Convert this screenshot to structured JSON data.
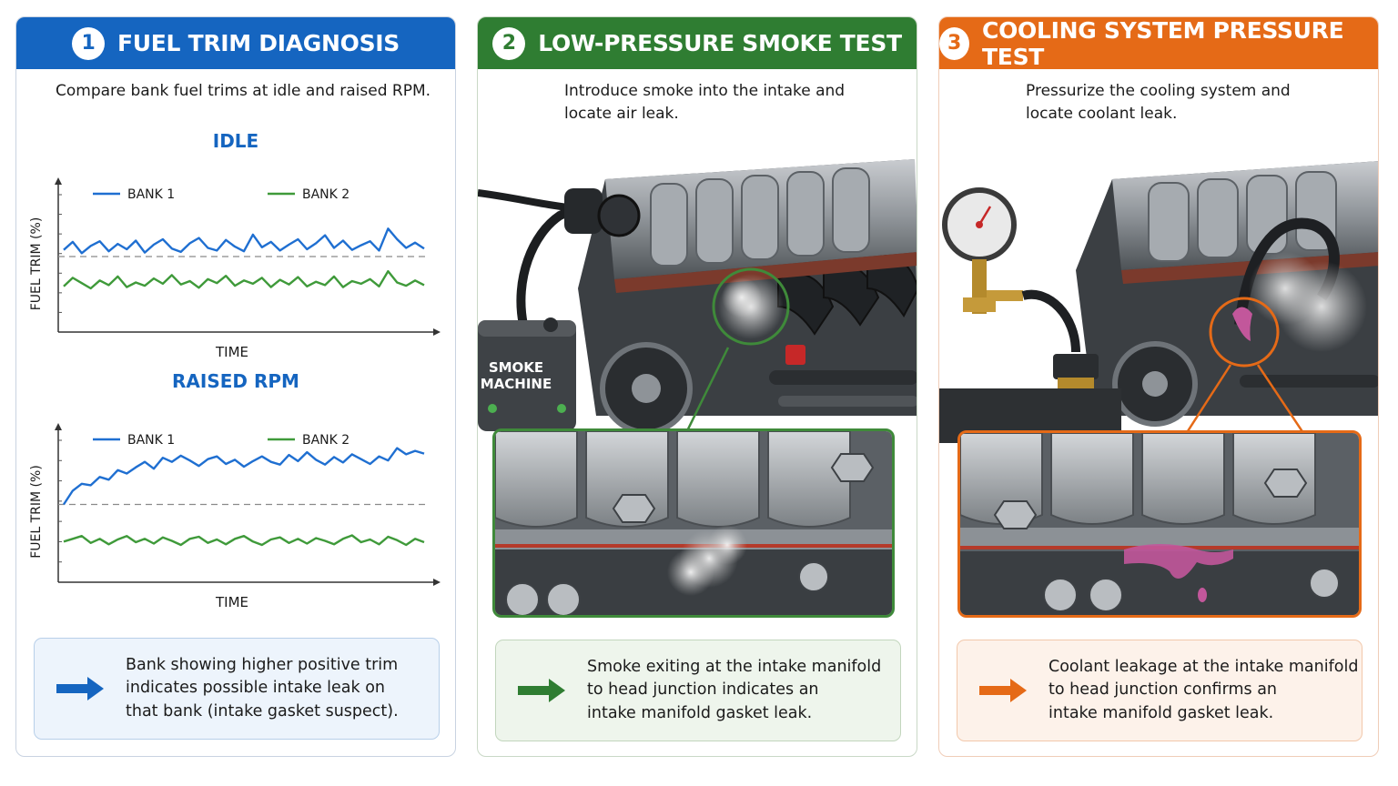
{
  "panels": [
    {
      "number": "1",
      "title": "FUEL TRIM DIAGNOSIS",
      "description": "Compare bank fuel trims at idle and raised RPM.",
      "note": "Bank showing higher positive trim\nindicates possible intake leak on\nthat bank (intake gasket suspect).",
      "accent": "#1565c0"
    },
    {
      "number": "2",
      "title": "LOW-PRESSURE SMOKE TEST",
      "description": "Introduce smoke into the intake and\nlocate air leak.",
      "device_label": "SMOKE\nMACHINE",
      "note": "Smoke exiting at the intake manifold\nto head junction indicates an\nintake manifold gasket leak.",
      "accent": "#2f7d32"
    },
    {
      "number": "3",
      "title": "COOLING SYSTEM PRESSURE TEST",
      "description": "Pressurize the cooling system and\nlocate coolant leak.",
      "note": "Coolant leakage at the intake manifold\nto head junction confirms an\nintake manifold gasket leak.",
      "accent": "#e56a17"
    }
  ],
  "chart_data": [
    {
      "type": "line",
      "title": "IDLE",
      "xlabel": "TIME",
      "ylabel": "FUEL TRIM (%)",
      "legend_placement": "top",
      "baseline": 0,
      "ylim": [
        -10,
        10
      ],
      "x": [
        0,
        1,
        2,
        3,
        4,
        5,
        6,
        7,
        8,
        9,
        10,
        11,
        12,
        13,
        14,
        15,
        16,
        17,
        18,
        19,
        20,
        21,
        22,
        23,
        24,
        25,
        26,
        27,
        28,
        29,
        30,
        31,
        32,
        33,
        34,
        35,
        36,
        37,
        38,
        39,
        40
      ],
      "series": [
        {
          "name": "BANK 1",
          "color": "#1f6fd1",
          "values": [
            1.0,
            2.2,
            0.5,
            1.6,
            2.3,
            0.8,
            1.9,
            1.1,
            2.4,
            0.6,
            1.8,
            2.6,
            1.2,
            0.7,
            2.0,
            2.8,
            1.3,
            0.9,
            2.5,
            1.5,
            0.8,
            3.3,
            1.4,
            2.2,
            0.9,
            1.8,
            2.6,
            1.1,
            2.0,
            3.2,
            1.3,
            2.4,
            1.0,
            1.7,
            2.3,
            0.9,
            4.2,
            2.6,
            1.3,
            2.1,
            1.2
          ]
        },
        {
          "name": "BANK 2",
          "color": "#3f9a3a",
          "values": [
            -4.5,
            -3.2,
            -4.0,
            -4.8,
            -3.6,
            -4.3,
            -3.0,
            -4.6,
            -3.9,
            -4.4,
            -3.3,
            -4.1,
            -2.8,
            -4.2,
            -3.7,
            -4.7,
            -3.4,
            -4.0,
            -2.9,
            -4.4,
            -3.6,
            -4.1,
            -3.2,
            -4.6,
            -3.5,
            -4.2,
            -3.1,
            -4.5,
            -3.8,
            -4.3,
            -3.0,
            -4.6,
            -3.7,
            -4.1,
            -3.4,
            -4.5,
            -2.2,
            -3.9,
            -4.4,
            -3.6,
            -4.3
          ]
        }
      ]
    },
    {
      "type": "line",
      "title": "RAISED RPM",
      "xlabel": "TIME",
      "ylabel": "FUEL TRIM (%)",
      "legend_placement": "top",
      "baseline": 0,
      "ylim": [
        -10,
        10
      ],
      "x": [
        0,
        1,
        2,
        3,
        4,
        5,
        6,
        7,
        8,
        9,
        10,
        11,
        12,
        13,
        14,
        15,
        16,
        17,
        18,
        19,
        20,
        21,
        22,
        23,
        24,
        25,
        26,
        27,
        28,
        29,
        30,
        31,
        32,
        33,
        34,
        35,
        36,
        37,
        38,
        39,
        40
      ],
      "series": [
        {
          "name": "BANK 1",
          "color": "#1f6fd1",
          "values": [
            0.0,
            2.0,
            3.0,
            2.8,
            4.0,
            3.6,
            5.0,
            4.5,
            5.4,
            6.2,
            5.2,
            6.8,
            6.2,
            7.1,
            6.4,
            5.6,
            6.6,
            7.0,
            5.9,
            6.5,
            5.5,
            6.3,
            7.0,
            6.2,
            5.8,
            7.2,
            6.3,
            7.6,
            6.5,
            5.8,
            6.9,
            6.1,
            7.3,
            6.6,
            5.9,
            7.0,
            6.4,
            8.2,
            7.3,
            7.8,
            7.4
          ]
        },
        {
          "name": "BANK 2",
          "color": "#3f9a3a",
          "values": [
            -5.4,
            -5.0,
            -4.6,
            -5.6,
            -5.0,
            -5.8,
            -5.1,
            -4.6,
            -5.5,
            -5.0,
            -5.7,
            -4.8,
            -5.3,
            -5.9,
            -5.0,
            -4.7,
            -5.6,
            -5.1,
            -5.8,
            -5.0,
            -4.6,
            -5.4,
            -5.9,
            -5.1,
            -4.8,
            -5.6,
            -5.0,
            -5.7,
            -4.9,
            -5.3,
            -5.8,
            -5.0,
            -4.5,
            -5.5,
            -5.1,
            -5.8,
            -4.7,
            -5.2,
            -5.9,
            -5.0,
            -5.5
          ]
        }
      ]
    }
  ]
}
